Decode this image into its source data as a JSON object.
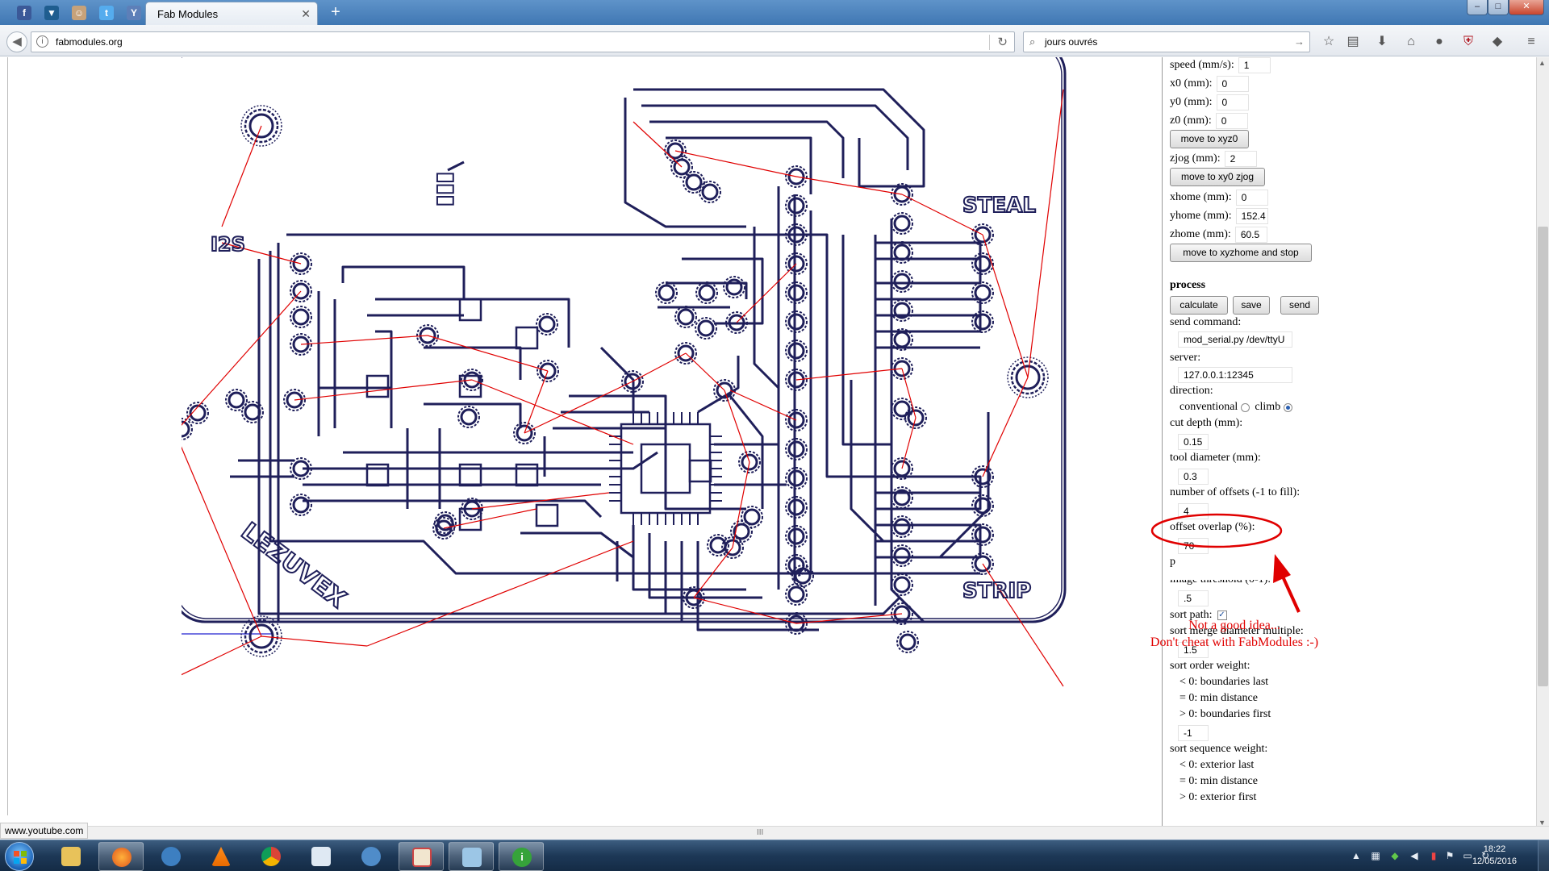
{
  "browser": {
    "tab_title": "Fab Modules",
    "tab_close": "✕",
    "new_tab": "+",
    "url": "fabmodules.org",
    "search_query": "jours ouvrés",
    "pinned_tabs": [
      "facebook-icon",
      "twitter-deck-icon",
      "anonymous-icon",
      "twitter-icon",
      "yahoo-icon"
    ],
    "toolbar_icons": [
      "bookmark-star-icon",
      "reading-list-icon",
      "download-icon",
      "home-icon",
      "chat-icon",
      "shield-icon",
      "pocket-icon",
      "menu-icon"
    ],
    "window_controls": {
      "minimize": "–",
      "maximize": "□",
      "close": "✕"
    }
  },
  "panel": {
    "speed_label": "speed (mm/s):",
    "speed_value": "1",
    "x0_label": "x0 (mm):",
    "x0_value": "0",
    "y0_label": "y0 (mm):",
    "y0_value": "0",
    "z0_label": "z0 (mm):",
    "z0_value": "0",
    "move_xyz0": "move to xyz0",
    "zjog_label": "zjog (mm):",
    "zjog_value": "2",
    "move_xy0_zjog": "move to xy0 zjog",
    "xhome_label": "xhome (mm):",
    "xhome_value": "0",
    "yhome_label": "yhome (mm):",
    "yhome_value": "152.4",
    "zhome_label": "zhome (mm):",
    "zhome_value": "60.5",
    "move_xyzhome": "move to xyzhome and stop",
    "process_heading": "process",
    "calculate": "calculate",
    "save": "save",
    "send": "send",
    "send_command_label": "send command:",
    "send_command_value": "mod_serial.py /dev/ttyU",
    "server_label": "server:",
    "server_value": "127.0.0.1:12345",
    "direction_label": "direction:",
    "conventional": "conventional",
    "climb": "climb",
    "direction_selected": "climb",
    "cut_depth_label": "cut depth (mm):",
    "cut_depth_value": "0.15",
    "tool_diameter_label": "tool diameter (mm):",
    "tool_diameter_value": "0.3",
    "offsets_label": "number of offsets (-1 to fill):",
    "offsets_value": "4",
    "overlap_label": "offset overlap (%):",
    "overlap_value": "70",
    "error_label_partial": "p",
    "threshold_label_partial": "image threshold (0-1):",
    "threshold_value": ".5",
    "sort_path_label": "sort path:",
    "sort_path_checked": true,
    "sort_merge_label": "sort merge diameter multiple:",
    "sort_merge_value": "1.5",
    "sort_order_label": "sort order weight:",
    "sort_order_opt1": "< 0: boundaries last",
    "sort_order_opt2": "= 0: min distance",
    "sort_order_opt3": "> 0: boundaries first",
    "sort_order_value": "-1",
    "sort_seq_label": "sort sequence weight:",
    "sort_seq_opt1": "< 0: exterior last",
    "sort_seq_opt2": "= 0: min distance",
    "sort_seq_opt3": "> 0: exterior first"
  },
  "annotation": {
    "line1": "Not a good idea...",
    "line2": "Don't cheat with FabModules :-)",
    "color": "#e00000"
  },
  "pcb_labels": {
    "label_top": "STEAL",
    "label_right": "STRIP",
    "label_left": "I2S",
    "label_diag": "LEZUVEX"
  },
  "status_bar_url": "www.youtube.com",
  "hscroll_grip": "III",
  "taskbar": {
    "apps": [
      "windows-explorer-icon",
      "firefox-icon",
      "thunderbird-icon",
      "vlc-icon",
      "chrome-icon",
      "edit-icon",
      "thunderbird-2-icon",
      "inkscape-icon",
      "folder-icon",
      "info-icon"
    ],
    "time": "18:22",
    "date": "12/05/2016"
  },
  "colors": {
    "toolpath": "#1f1f5a",
    "move_line": "#e00000",
    "tab_blue": "#4f86c0"
  }
}
